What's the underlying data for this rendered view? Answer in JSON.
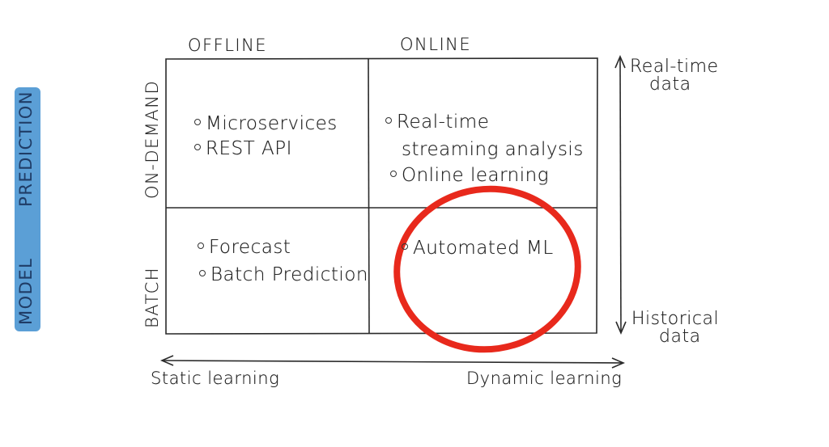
{
  "badge": {
    "word1": "MODEL",
    "word2": "PREDICTION"
  },
  "columns": {
    "offline": "OFFLINE",
    "online": "ONLINE"
  },
  "rows": {
    "on_demand": "ON-DEMAND",
    "batch": "BATCH"
  },
  "cells": {
    "offline_on_demand": [
      "Microservices",
      "REST API"
    ],
    "online_on_demand": [
      "Real-time",
      "streaming analysis",
      "Online learning"
    ],
    "offline_batch": [
      "Forecast",
      "Batch Prediction"
    ],
    "online_batch": [
      "Automated ML"
    ]
  },
  "right_axis": {
    "top_line1": "Real-time",
    "top_line2": "data",
    "bottom_line1": "Historical",
    "bottom_line2": "data"
  },
  "bottom_axis": {
    "left": "Static learning",
    "right": "Dynamic learning"
  },
  "colors": {
    "highlight_circle": "#e8291c",
    "badge": "#5b9fd6",
    "ink": "#232323"
  }
}
